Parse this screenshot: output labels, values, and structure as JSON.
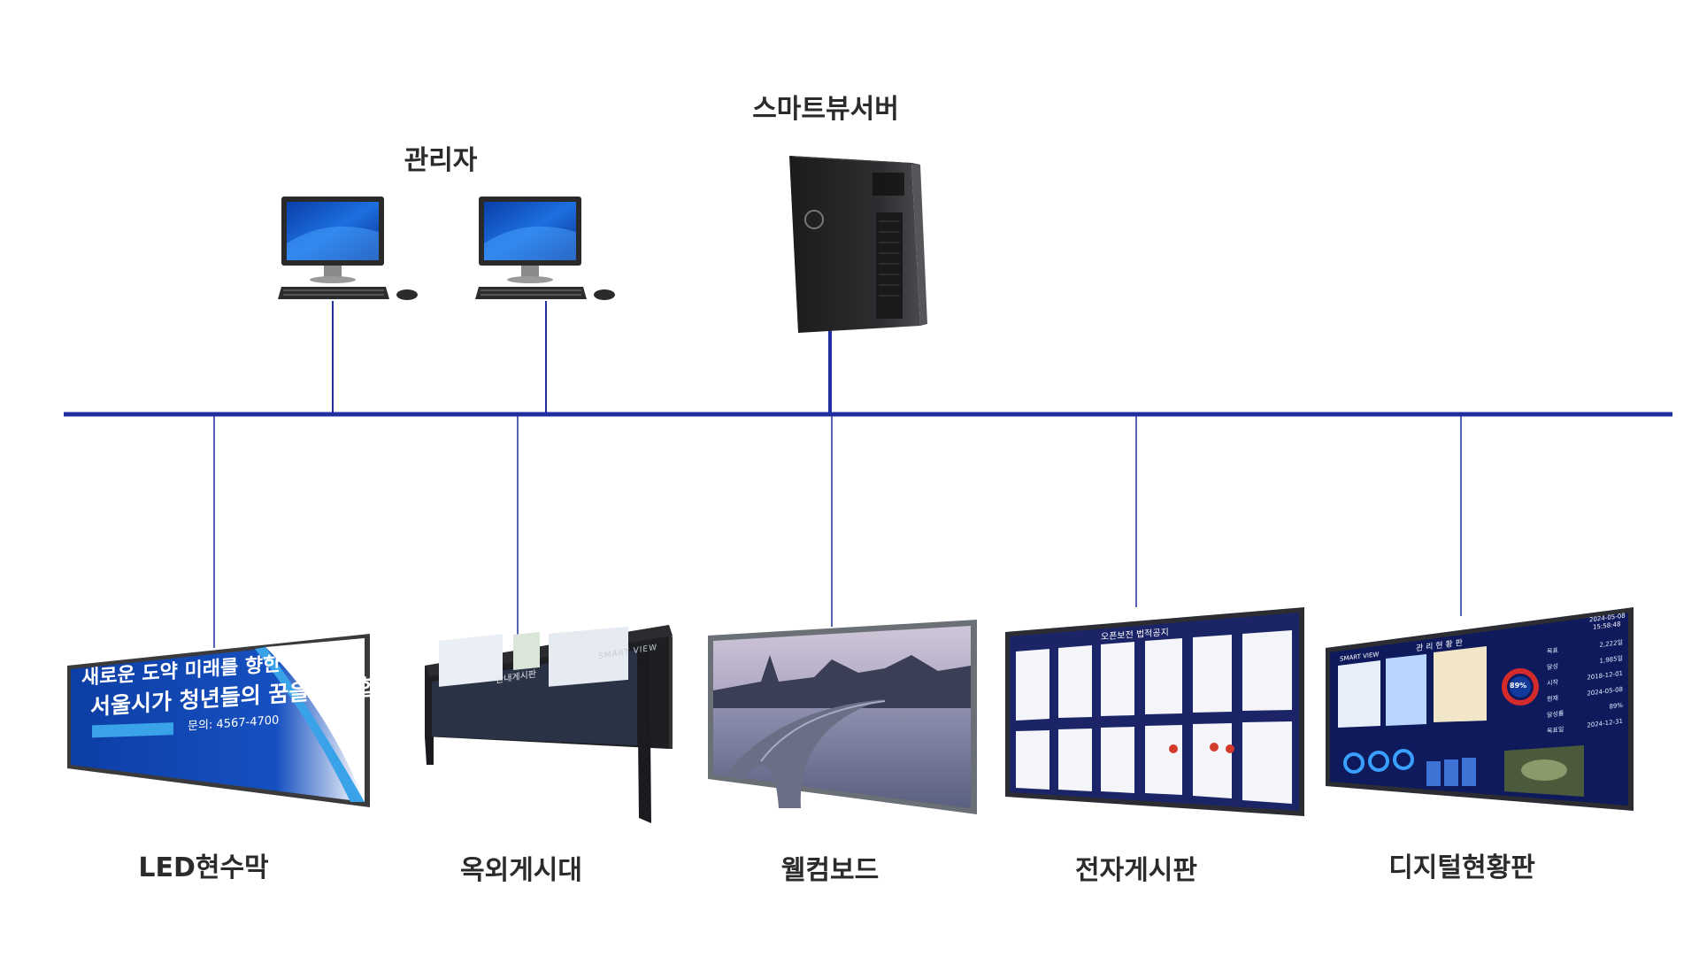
{
  "colors": {
    "bus": "#1f2fa0",
    "label": "#2b2b2b",
    "server": "#2a2a2c"
  },
  "labels": {
    "server": "스마트뷰서버",
    "admin": "관리자",
    "led": "LED현수막",
    "outdoor": "옥외게시대",
    "welcome": "웰컴보드",
    "ebulletin": "전자게시판",
    "dashboard": "디지털현황판"
  },
  "led_banner": {
    "line1": "새로운 도약 미래를 향한 도전",
    "line2": "서울시가 청년들의 꿈을 지원합니다",
    "contact": "문의: 4567-4700"
  },
  "outdoor_board": {
    "title": "안내게시판",
    "brand": "SMART VIEW"
  },
  "ebulletin_board": {
    "title": "오픈보전 법적공지"
  },
  "dashboard_board": {
    "brand": "SMART VIEW",
    "title": "관 리 현 황 판",
    "percent": "89%",
    "date": "2024-05-08",
    "time": "15:58:48",
    "stats": [
      {
        "label": "목표",
        "value": "2,222일"
      },
      {
        "label": "달성",
        "value": "1,985일"
      },
      {
        "label": "시작",
        "value": "2018-12-01"
      },
      {
        "label": "현재",
        "value": "2024-05-08"
      },
      {
        "label": "달성률",
        "value": "89%"
      },
      {
        "label": "목표일",
        "value": "2024-12-31"
      }
    ]
  }
}
